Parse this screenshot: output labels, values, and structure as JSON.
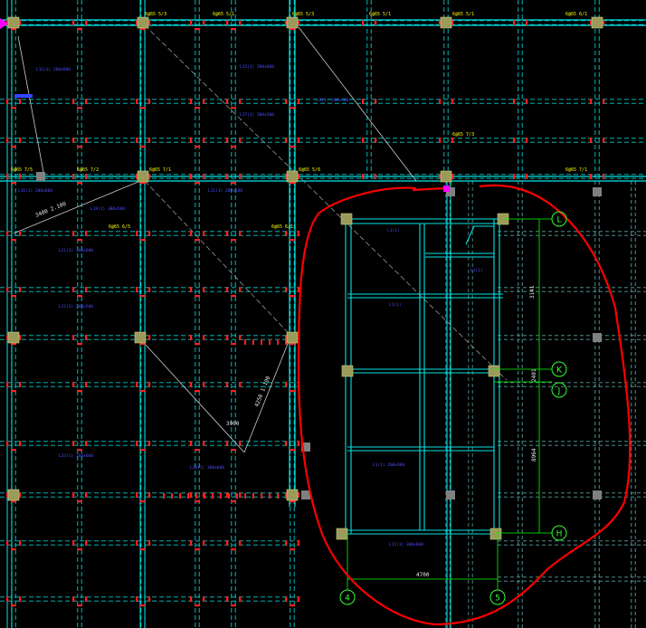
{
  "colors": {
    "background": "#000000",
    "beam": "#00e5e5",
    "beam_dashed": "#00cccc",
    "column": "#9a9a5a",
    "column_gray": "#808080",
    "rebar": "#ff2020",
    "annotation_yellow": "#ffff00",
    "annotation_blue": "#4d4dff",
    "grid_line": "#00ff00",
    "axis_bubble": "#33ff33",
    "redline": "#ff0000",
    "dim_white": "#e6e6e6",
    "marker": "#ff00ff"
  },
  "axis_bubbles": {
    "L": "L",
    "K": "K",
    "J": "J",
    "H": "H",
    "a4": "4",
    "a5": "5"
  },
  "labels": {
    "top_row": [
      "6@65 5/1",
      "6@65 5/3",
      "6@65 5/1",
      "6@65 5/1",
      "6@65 6/1",
      "6@65 5/3"
    ],
    "row2": [
      "6@65 7/5",
      "6@65 7/2",
      "6@65 7/1",
      "6@65 5/6",
      "6@65 7/1"
    ],
    "row3": [
      "6@65 6/5",
      "6@65 6/1",
      "6@65 7/3"
    ],
    "beams_left": [
      "L12(1) 200x600",
      "L16(1) 200x600",
      "L19(1) 300x500",
      "L21(1) 200x600",
      "L22(1) 200x500",
      "L23(1) 200x600"
    ],
    "beams_mid": [
      "L15(1) 200x600",
      "L17(1) 300x500",
      "L8(1) 200x600",
      "L11(1) 200x500",
      "L20(1) 300x600"
    ],
    "beams_right": [
      "L1(1)",
      "L1(1)",
      "L1(1)",
      "L1(1) 200x600",
      "L11(1) 300x600"
    ],
    "dims": [
      "3141",
      "2401",
      "8964",
      "4700",
      "3900"
    ],
    "diag1": "3400 2.100",
    "diag2": "4250 1.100"
  }
}
